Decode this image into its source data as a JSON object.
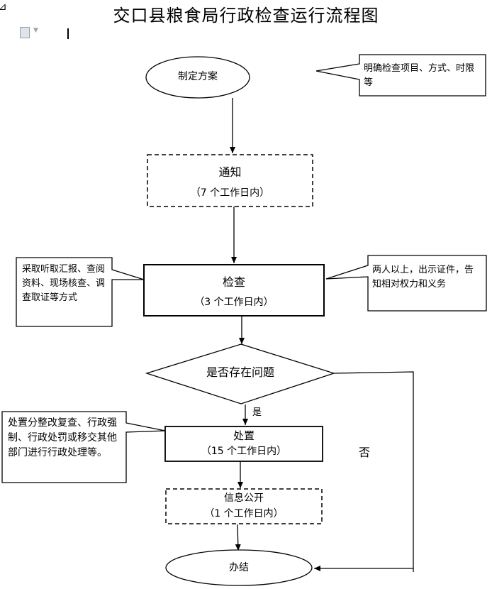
{
  "title": "交口县粮食局行政检查运行流程图",
  "corner_mark": "⊿",
  "nodes": {
    "plan": "制定方案",
    "notify_title": "通知",
    "notify_days": "（7 个工作日内）",
    "inspect_title": "检查",
    "inspect_days": "（3 个工作日内）",
    "question": "是否存在问题",
    "handle_title": "处置",
    "handle_days": "（15 个工作日内）",
    "publish_title": "信息公开",
    "publish_days": "（1 个工作日内）",
    "finish": "办结"
  },
  "labels": {
    "yes": "是",
    "no": "否"
  },
  "notes": {
    "plan": "明确检查项目、方式、时限等",
    "inspect_left": "采取听取汇报、查阅资料、现场核查、调查取证等方式",
    "inspect_right": "两人以上，出示证件，告知相对权力和义务",
    "handle_left": "处置分整改复查、行政强制、行政处罚或移交其他部门进行行政处理等。"
  }
}
